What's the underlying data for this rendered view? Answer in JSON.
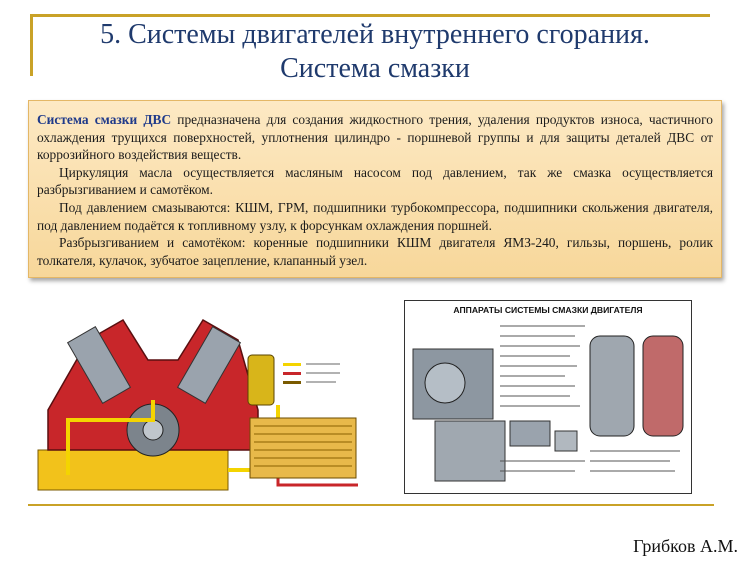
{
  "slide": {
    "title_line1": "5. Системы двигателей внутреннего сгорания.",
    "title_line2": "Система смазки",
    "author": "Грибков А.М."
  },
  "textbox": {
    "p1_term": "Система смазки ДВС",
    "p1_rest": " предназначена для создания жидкостного трения, удаления продуктов износа, частичного охлаждения трущихся поверхностей, уплотнения цилиндро - поршневой группы и для защиты деталей ДВС от коррозийного воздействия веществ.",
    "p2": "Циркуляция масла осуществляется масляным насосом под давлением, так же смазка осуществляется разбрызгиванием и самотёком.",
    "p3": "Под давлением смазываются: КШМ, ГРМ, подшипники турбокомпрессора, подшипники скольжения двигателя, под давлением подаётся к топливному узлу, к форсункам охлаждения поршней.",
    "p4": "Разбрызгиванием и самотёком: коренные подшипники КШМ двигателя ЯМЗ-240, гильзы, поршень, ролик толкателя, кулачок, зубчатое зацепление, клапанный узел."
  },
  "poster": {
    "title": "АППАРАТЫ СИСТЕМЫ СМАЗКИ ДВИГАТЕЛЯ"
  },
  "colors": {
    "accent_gold": "#c9a227",
    "title_blue": "#1f3a6d",
    "engine_red": "#c8262a",
    "engine_yellow": "#f2c21b",
    "box_fill": "#fde9c4"
  }
}
